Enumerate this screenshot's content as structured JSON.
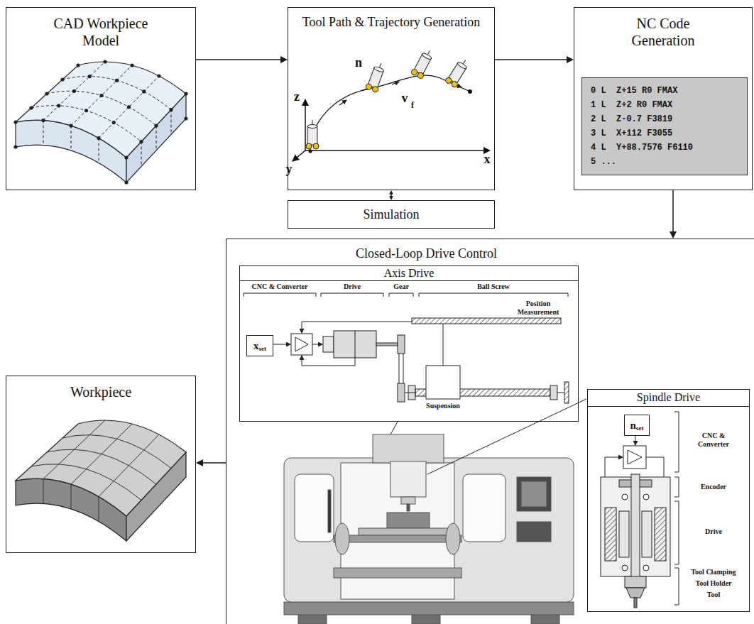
{
  "diagram": {
    "nodes": [
      {
        "text": [
          "CAD Workpiece Model"
        ]
      },
      {
        "text": [
          "Tool Path & Trajectory Generation"
        ]
      },
      {
        "text": [
          "NC Code Generation"
        ]
      },
      {
        "text": [
          "0 L  Z+15 R0 FMAX",
          "1 L  Z+2 R0 FMAX",
          "2 L  Z-0.7 F3819",
          "3 L  X+112 F3055",
          "4 L  Y+88.7576 F6110",
          "5 ..."
        ],
        "in": 2
      },
      {
        "text": [
          "Simulation"
        ]
      },
      {
        "text": [
          "Closed-Loop Drive Control"
        ]
      },
      {
        "text": [
          "Axis Drive"
        ],
        "in": 5
      },
      {
        "text": [
          "x",
          "set"
        ],
        "in": 6
      },
      {
        "text": [
          "Spindle Drive"
        ],
        "in": 5
      },
      {
        "text": [
          "n",
          "set"
        ],
        "in": 8
      },
      {
        "text": [
          "Workpiece"
        ]
      }
    ],
    "edges": [
      {
        "from": 0,
        "to": 1,
        "arrow": "to"
      },
      {
        "from": 1,
        "to": 2,
        "arrow": "to"
      },
      {
        "from": 1,
        "to": 4,
        "arrow": "both"
      },
      {
        "from": 2,
        "to": 5,
        "arrow": "to"
      },
      {
        "from": 5,
        "to": 10,
        "arrow": "to"
      }
    ],
    "labels": [
      "z",
      "y",
      "x",
      "n",
      "v",
      "f",
      "CNC & Converter",
      "Drive",
      "Gear",
      "Ball Screw",
      "Position Measurement",
      "Suspension",
      "CNC & Converter",
      "Encoder",
      "Drive",
      "Tool Clamping",
      "Tool Holder",
      "Tool"
    ]
  }
}
